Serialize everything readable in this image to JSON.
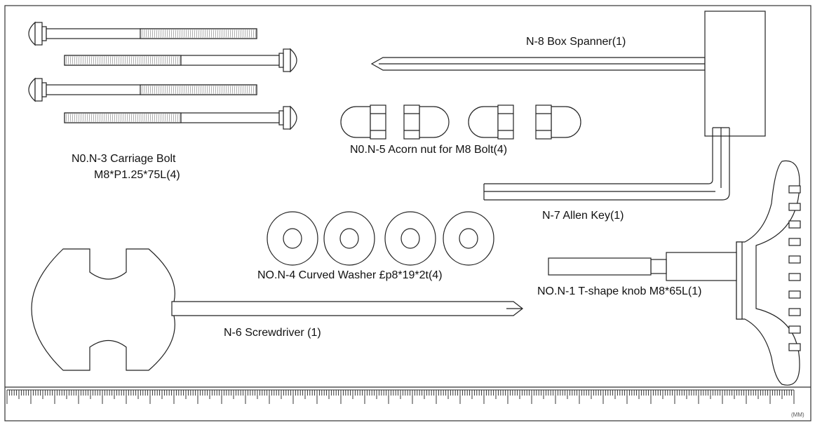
{
  "labels": {
    "box_spanner": "N-8  Box Spanner(1)",
    "carriage_bolt_line1": "N0.N-3 Carriage Bolt",
    "carriage_bolt_line2": "M8*P1.25*75L(4)",
    "acorn_nut": "N0.N-5 Acorn nut for M8 Bolt(4)",
    "allen_key": "N-7 Allen Key(1)",
    "curved_washer": "NO.N-4 Curved Washer £p8*19*2t(4)",
    "t_knob": "NO.N-1 T-shape knob M8*65L(1)",
    "screwdriver": "N-6 Screwdriver (1)",
    "ruler_unit": "(MM)"
  },
  "colors": {
    "line": "#222222",
    "fill": "#ffffff",
    "frame": "#333333"
  }
}
